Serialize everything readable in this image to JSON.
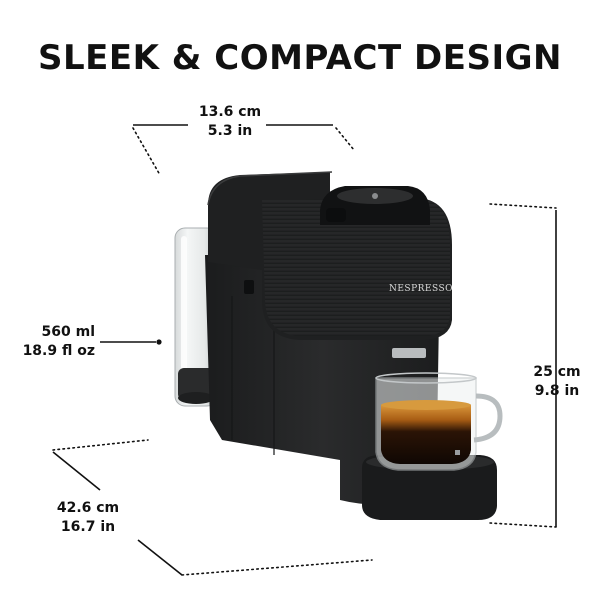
{
  "title": "SLEEK & COMPACT DESIGN",
  "dimensions": {
    "width": {
      "metric": "13.6 cm",
      "imperial": "5.3 in"
    },
    "capacity": {
      "metric": "560 ml",
      "imperial": "18.9 fl oz"
    },
    "height": {
      "metric": "25 cm",
      "imperial": "9.8 in"
    },
    "depth": {
      "metric": "42.6 cm",
      "imperial": "16.7 in"
    }
  },
  "brand": "NESPRESSO",
  "colors": {
    "text": "#111111",
    "machine": "#232425",
    "coffee_crema": "#c4801f"
  }
}
